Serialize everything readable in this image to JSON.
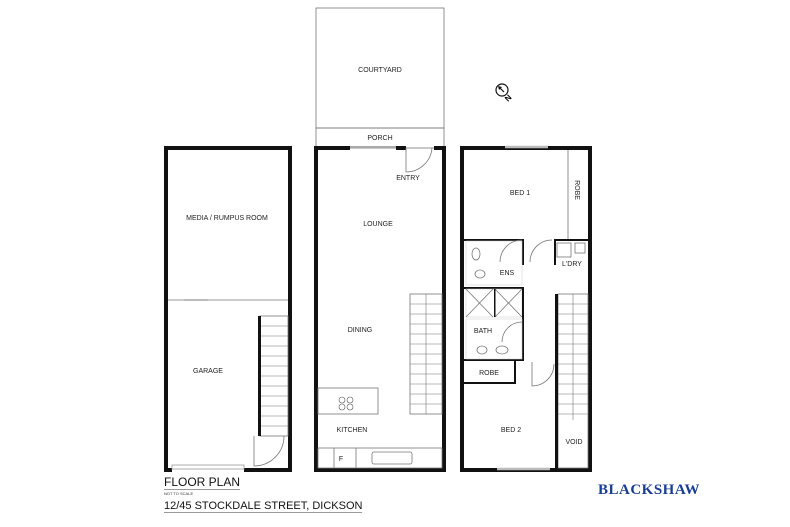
{
  "plan": {
    "title": "FLOOR PLAN",
    "note": "NOT TO SCALE",
    "address": "12/45 STOCKDALE STREET, DICKSON",
    "brand": "BLACKSHAW",
    "brand_color": "#1a3d8f",
    "compass_label": "N"
  },
  "rooms": {
    "courtyard": "COURTYARD",
    "porch": "PORCH",
    "entry": "ENTRY",
    "lounge": "LOUNGE",
    "dining": "DINING",
    "kitchen": "KITCHEN",
    "fridge": "F",
    "media": "MEDIA / RUMPUS ROOM",
    "garage": "GARAGE",
    "bed1": "BED 1",
    "robe1": "ROBE",
    "ens": "ENS",
    "ldry": "L'DRY",
    "bath": "BATH",
    "robe2": "ROBE",
    "bed2": "BED 2",
    "void": "VOID"
  }
}
